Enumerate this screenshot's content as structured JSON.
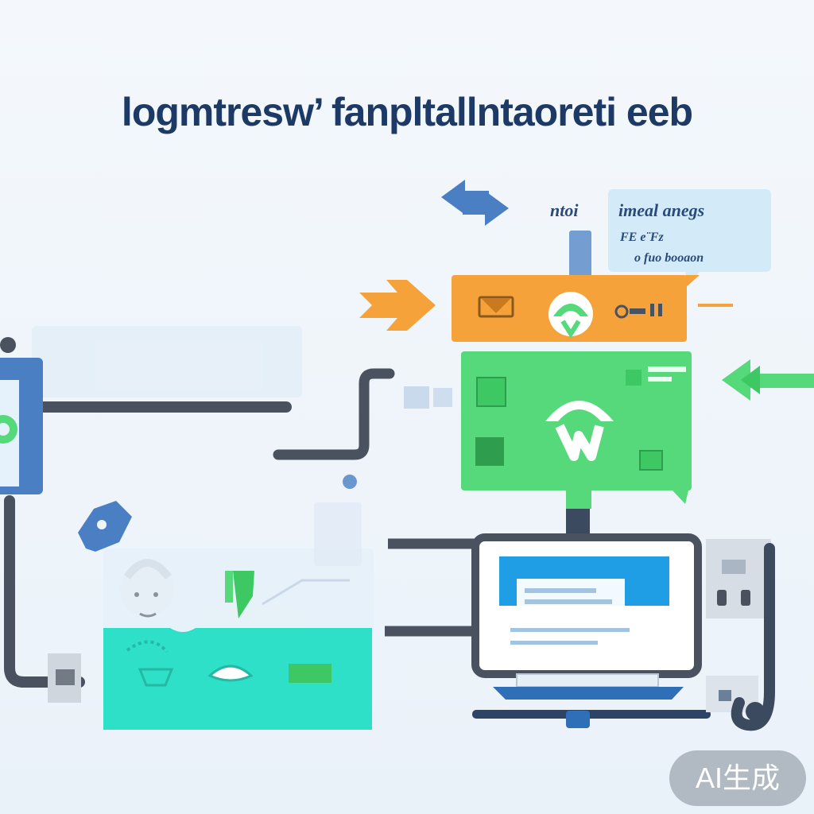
{
  "header": {
    "title": "logmtresw’ fanpltallntaoreti eeb"
  },
  "notes": {
    "left_label": "ntoi",
    "box_line1": "imeal anegs",
    "box_line2": "FE e¨Fz",
    "box_line3": "o fuo booaon"
  },
  "watermark": {
    "label": "AI生成"
  },
  "colors": {
    "navy": "#1d3a66",
    "orange": "#f5a23a",
    "green": "#55d97a",
    "teal": "#2fe0c8",
    "blue": "#4a7fc4",
    "dark_gray": "#4a5260",
    "light_blue_panel": "#d3ebf8",
    "screen_blue": "#1f9ee6"
  }
}
